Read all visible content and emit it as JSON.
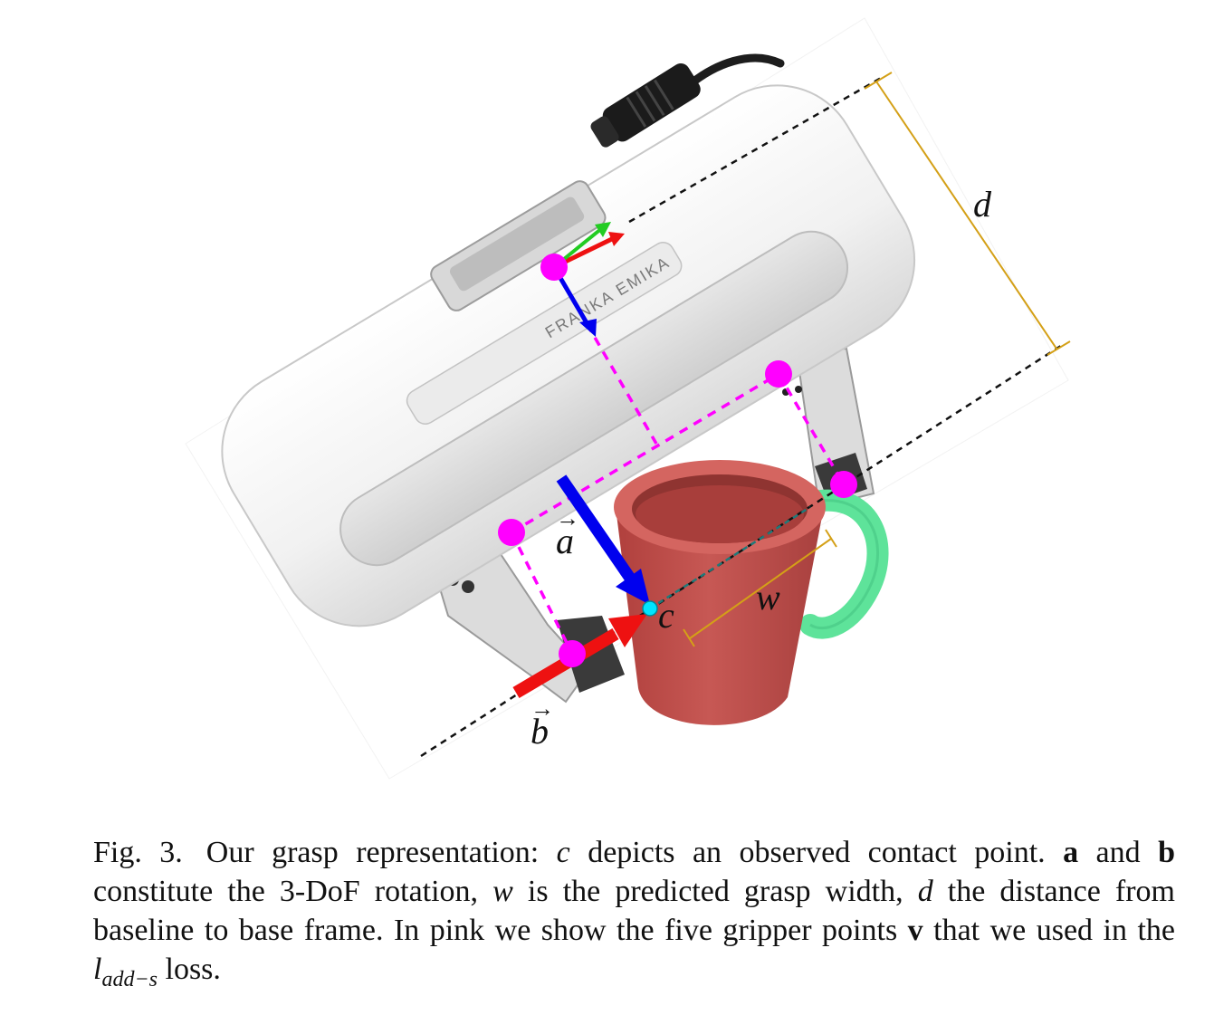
{
  "figure": {
    "gripper_brand": "FRANKA EMIKA",
    "labels": {
      "d": "d",
      "w": "w",
      "c": "c",
      "a": "a",
      "b": "b"
    },
    "colors": {
      "gripper_points": "#ff00ff",
      "vector_a": "#0000ee",
      "vector_b": "#ee1111",
      "frame_green": "#22cc22",
      "dimension_lines": "#d4a017",
      "mug_body": "#c4504c",
      "mug_handle": "#5ee39a",
      "contact_point": "#00e5ff"
    },
    "icons": [
      "gripper-point-marker",
      "arrow-a",
      "arrow-b",
      "contact-point-marker"
    ]
  },
  "caption": {
    "fig_label": "Fig. 3.",
    "p1": "Our grasp representation: ",
    "c": "c",
    "p2": " depicts an observed contact point. ",
    "a": "a",
    "p3": " and ",
    "b": "b",
    "p4": " constitute the 3-DoF rotation, ",
    "w": "w",
    "p5": " is the predicted grasp width, ",
    "d": "d",
    "p6": " the distance from baseline to base frame. In pink we show the five gripper points ",
    "v": "v",
    "p7": " that we used in the ",
    "l": "l",
    "l_sub": "add−s",
    "p8": " loss."
  }
}
